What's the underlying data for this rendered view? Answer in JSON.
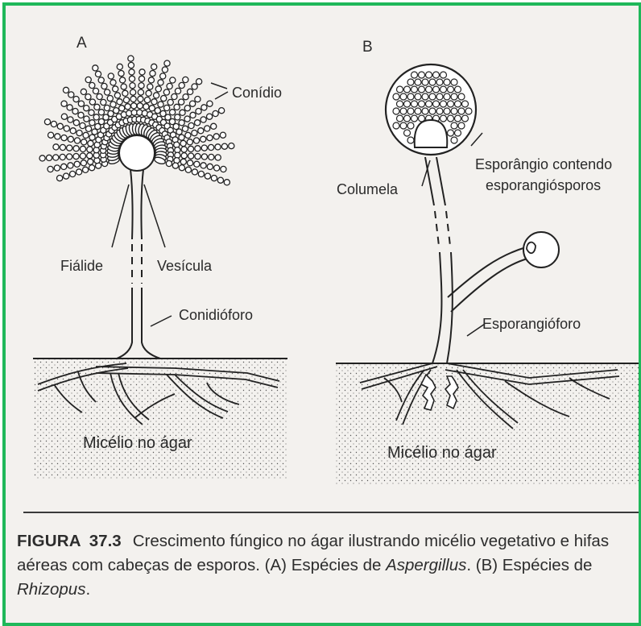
{
  "panels": {
    "a": {
      "letter": "A",
      "labels": {
        "conidio": "Conídio",
        "fialide": "Fiálide",
        "vesicula": "Vesícula",
        "conidioforo": "Conidióforo",
        "micelio": "Micélio no ágar"
      }
    },
    "b": {
      "letter": "B",
      "labels": {
        "esporangio_line1": "Esporângio contendo",
        "esporangio_line2": "esporangiósporos",
        "columela": "Columela",
        "esporangioforo": "Esporangióforo",
        "micelio": "Micélio no ágar"
      }
    }
  },
  "caption": {
    "figure_label": "FIGURA",
    "figure_number": "37.3",
    "text_1": "Crescimento fúngico no ágar ilustrando micélio vegetativo e hifas aéreas com cabeças de esporos. (A) Espécies de ",
    "genus_a": "Aspergillus",
    "text_2": ". (B) Espécies de ",
    "genus_b": "Rhizopus",
    "text_3": "."
  },
  "colors": {
    "border": "#1fb85a",
    "paper": "#f3f1ee",
    "ink": "#2a2a2a"
  }
}
